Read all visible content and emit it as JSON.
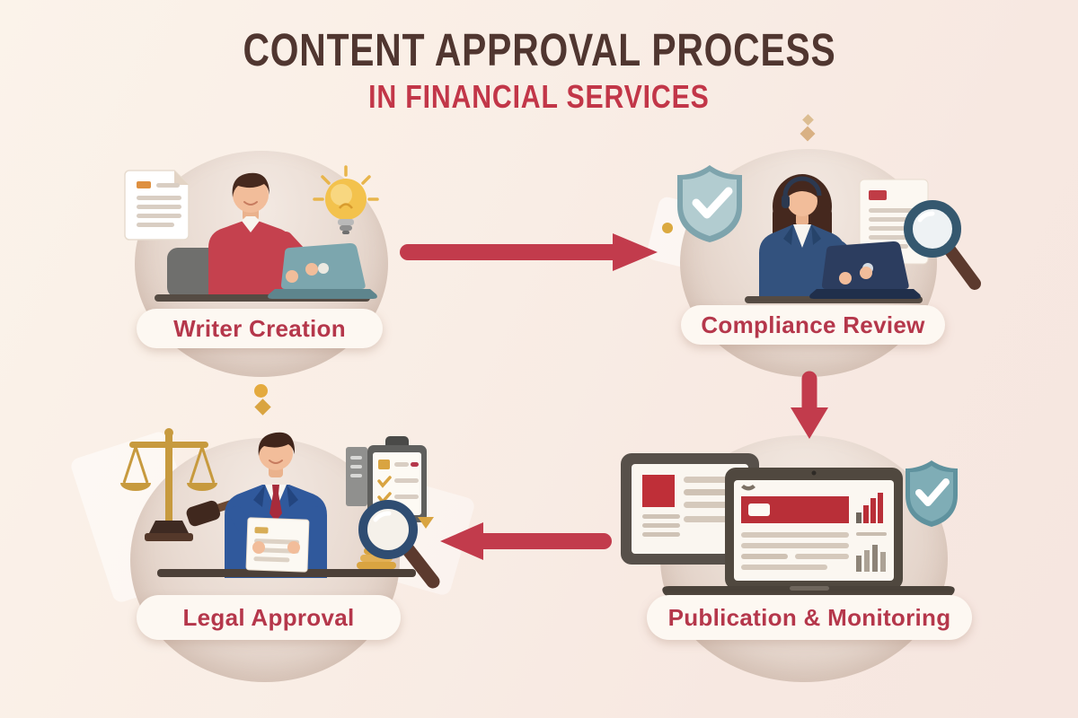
{
  "title": {
    "line1": "CONTENT APPROVAL PROCESS",
    "line2": "IN FINANCIAL SERVICES"
  },
  "stages": [
    {
      "id": "writer-creation",
      "label": "Writer Creation",
      "icons": [
        "document-icon",
        "lightbulb-icon",
        "writer-person",
        "laptop-icon",
        "chair",
        "desk"
      ]
    },
    {
      "id": "compliance-review",
      "label": "Compliance Review",
      "icons": [
        "shield-check-icon",
        "reviewer-person-headset",
        "document-icon",
        "magnifier-icon",
        "laptop-icon",
        "desk"
      ]
    },
    {
      "id": "publication-monitoring",
      "label": "Publication & Monitoring",
      "icons": [
        "tablet-icon",
        "laptop-webpage-icon",
        "bar-chart-icon",
        "shield-check-icon"
      ]
    },
    {
      "id": "legal-approval",
      "label": "Legal Approval",
      "icons": [
        "scales-of-justice-icon",
        "gavel-icon",
        "lawyer-person",
        "held-document-icon",
        "clipboard-checklist-icon",
        "magnifier-icon",
        "coins-icon",
        "desk"
      ]
    }
  ],
  "arrows": [
    {
      "from": "writer-creation",
      "to": "compliance-review",
      "direction": "right"
    },
    {
      "from": "compliance-review",
      "to": "publication-monitoring",
      "direction": "down"
    },
    {
      "from": "publication-monitoring",
      "to": "legal-approval",
      "direction": "left"
    }
  ],
  "colors": {
    "background_start": "#fbf3ea",
    "background_end": "#f6e6e0",
    "title_primary": "#503630",
    "title_accent": "#c23648",
    "label_text": "#b5374b",
    "label_pill_bg": "#fdf8f2",
    "arrow_red": "#c23b4c",
    "circle_beige": "#e2d2c7",
    "shield_teal": "#7ea4ad",
    "gold": "#d9a441",
    "navy": "#33527e",
    "suit_blue": "#30599c",
    "shirt_red": "#c5414e"
  }
}
